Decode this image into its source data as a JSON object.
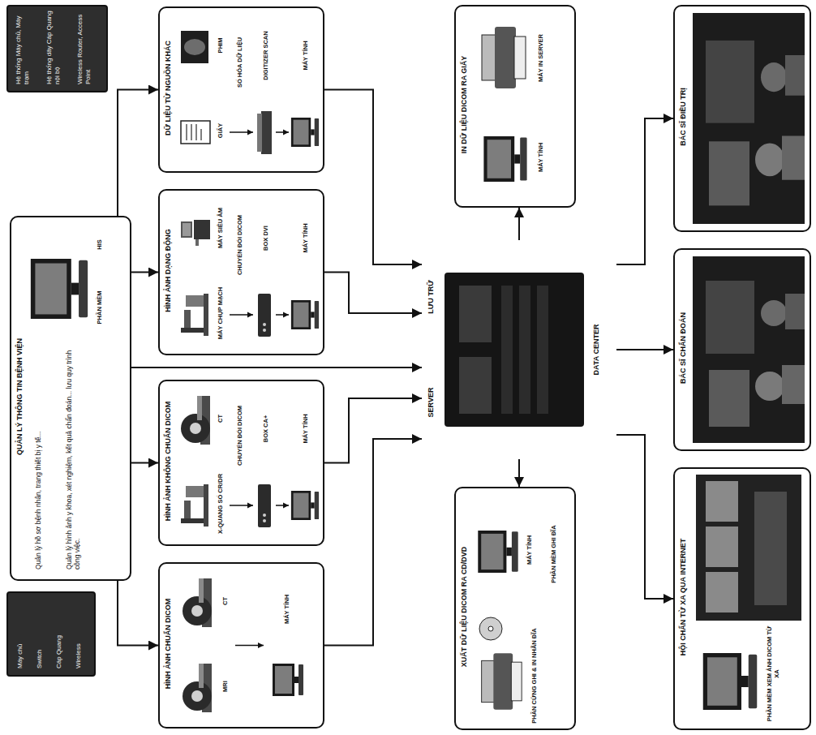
{
  "diagram": {
    "nodes": [
      {
        "text": [
          "Máy chủ",
          "Switch",
          "Cáp Quang",
          "Wireless"
        ]
      },
      {
        "text": [
          "QUẢN LÝ THÔNG TIN BỆNH VIỆN",
          "Quản lý hồ sơ bệnh nhân, trang thiết bị y tế...",
          "Quản lý hình ảnh y khoa, xét nghiệm, kết quả chẩn đoán... lưu quy trình công việc.",
          "PHẦN MỀM",
          "HIS"
        ]
      },
      {
        "text": [
          "Hệ thống Máy chủ, Máy trạm",
          "Hệ thống dây Cáp Quang nội bộ",
          "Wireless Router, Access Point"
        ]
      },
      {
        "text": [
          "HÌNH ẢNH CHUẨN DICOM",
          "MRI",
          "CT",
          "MÁY TÍNH"
        ]
      },
      {
        "text": [
          "HÌNH ẢNH KHÔNG CHUẨN DICOM",
          "X-QUANG SỐ CR/DR",
          "CT",
          "CHUYỂN ĐỔI DICOM",
          "BOX CA+",
          "MÁY TÍNH"
        ]
      },
      {
        "text": [
          "HÌNH ẢNH DẠNG ĐỘNG",
          "MÁY CHỤP MẠCH",
          "MÁY SIÊU ÂM",
          "CHUYỂN ĐỔI DICOM",
          "BOX DVI",
          "MÁY TÍNH"
        ]
      },
      {
        "text": [
          "DỮ LIỆU TỪ NGUỒN KHÁC",
          "GIẤY",
          "PHIM",
          "SỐ HÓA DỮ LIỆU",
          "DIGITIZER SCAN",
          "MÁY TÍNH"
        ]
      },
      {
        "text": [
          "XUẤT DỮ LIỆU DICOM RA CD/DVD",
          "PHẦN CỨNG GHI & IN NHÃN ĐĨA",
          "MÁY TÍNH",
          "PHẦN MỀM GHI ĐĨA"
        ]
      },
      {
        "text": [
          "SERVER",
          "LƯU TRỮ",
          "DATA CENTER"
        ]
      },
      {
        "text": [
          "IN DỮ LIỆU DICOM RA GIẤY",
          "MÁY TÍNH",
          "MÁY IN SERVER"
        ]
      },
      {
        "text": [
          "HỘI CHẨN TỪ XA QUA INTERNET",
          "PHẦN MỀM XEM ẢNH DICOM TỪ XA"
        ]
      },
      {
        "text": [
          "BÁC SĨ CHẨN ĐOÁN"
        ]
      },
      {
        "text": [
          "BÁC SĨ ĐIỀU TRỊ"
        ]
      }
    ],
    "edges": [
      {
        "from": 1,
        "to": 6,
        "arrow": "to"
      },
      {
        "from": 1,
        "to": 5,
        "arrow": "to"
      },
      {
        "from": 1,
        "to": 8,
        "arrow": "to"
      },
      {
        "from": 1,
        "to": 4,
        "arrow": "to"
      },
      {
        "from": 1,
        "to": 3,
        "arrow": "to"
      },
      {
        "from": 3,
        "to": 8,
        "arrow": "to"
      },
      {
        "from": 4,
        "to": 8,
        "arrow": "to"
      },
      {
        "from": 5,
        "to": 8,
        "arrow": "to"
      },
      {
        "from": 6,
        "to": 8,
        "arrow": "to"
      },
      {
        "from": 8,
        "to": 7,
        "arrow": "to"
      },
      {
        "from": 8,
        "to": 9,
        "arrow": "to"
      },
      {
        "from": 8,
        "to": 10,
        "arrow": "to"
      },
      {
        "from": 8,
        "to": 11,
        "arrow": "to"
      },
      {
        "from": 8,
        "to": 12,
        "arrow": "to"
      }
    ]
  }
}
